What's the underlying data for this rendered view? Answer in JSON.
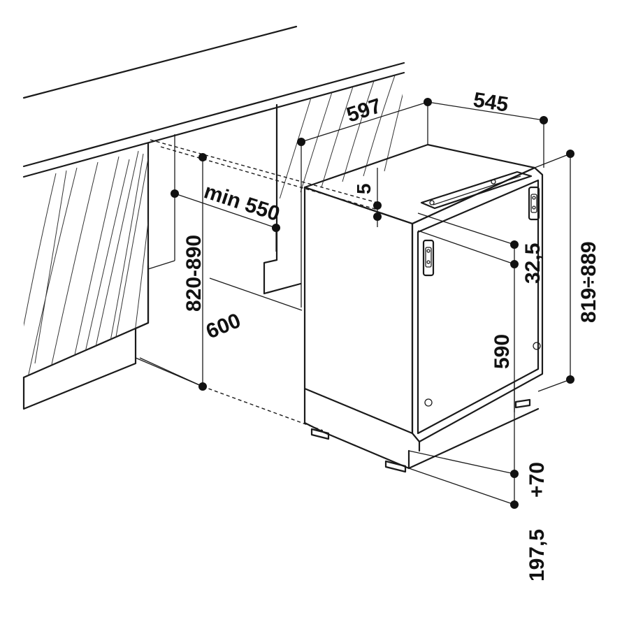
{
  "labels": {
    "width": "597",
    "depth": "545",
    "gap_top": "5",
    "min_depth": "min 550",
    "niche_height": "820-890",
    "niche_depth": "600",
    "door_offset": "32,5",
    "total_height": "819÷889",
    "door_height": "590",
    "plinth_offset": "+70",
    "plinth_height": "197,5"
  },
  "colors": {
    "stroke": "#1a1a1a",
    "background": "#ffffff"
  }
}
